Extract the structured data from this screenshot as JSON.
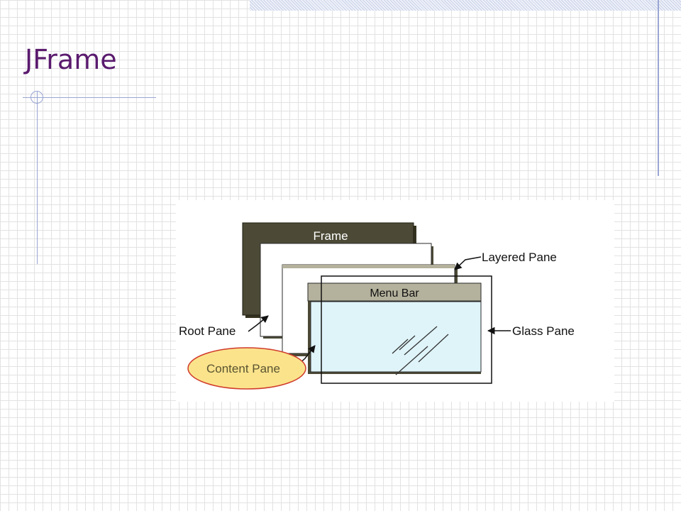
{
  "slide": {
    "title": "JFrame"
  },
  "diagram": {
    "frame_label": "Frame",
    "menu_bar_label": "Menu Bar",
    "layered_pane_label": "Layered Pane",
    "glass_pane_label": "Glass Pane",
    "root_pane_label": "Root Pane",
    "content_pane_label": "Content Pane",
    "colors": {
      "frame": "#4c4a36",
      "menu_bar": "#b4b19c",
      "glass_fill": "#dff4f9",
      "content_highlight": "#fbe38c",
      "highlight_border": "#d03a2a",
      "title": "#5a1a6e"
    }
  }
}
